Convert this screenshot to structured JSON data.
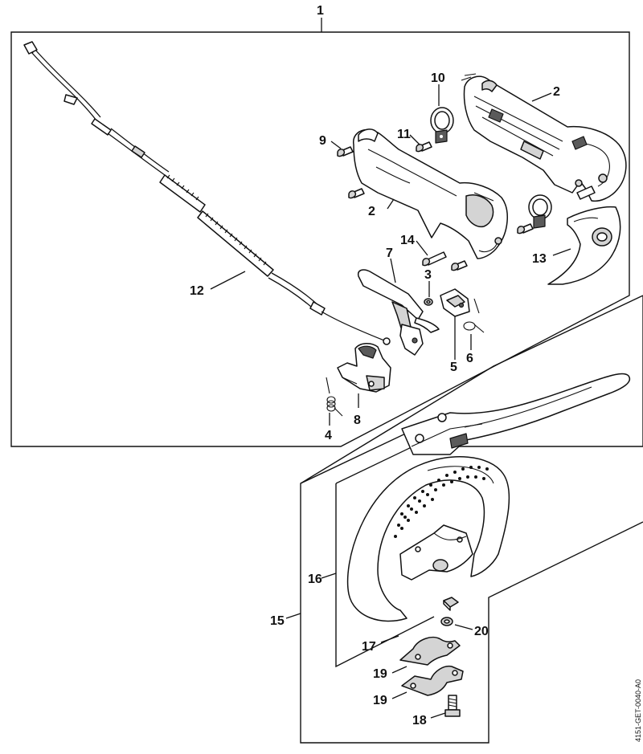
{
  "diagram": {
    "reference_code": "4151-GET-0040-A0",
    "callouts": {
      "c1": "1",
      "c2a": "2",
      "c2b": "2",
      "c3": "3",
      "c4": "4",
      "c5": "5",
      "c6": "6",
      "c7": "7",
      "c8": "8",
      "c9": "9",
      "c10": "10",
      "c11": "11",
      "c12": "12",
      "c13": "13",
      "c14": "14",
      "c15": "15",
      "c16": "16",
      "c17": "17",
      "c18": "18",
      "c19a": "19",
      "c19b": "19",
      "c20": "20"
    }
  }
}
